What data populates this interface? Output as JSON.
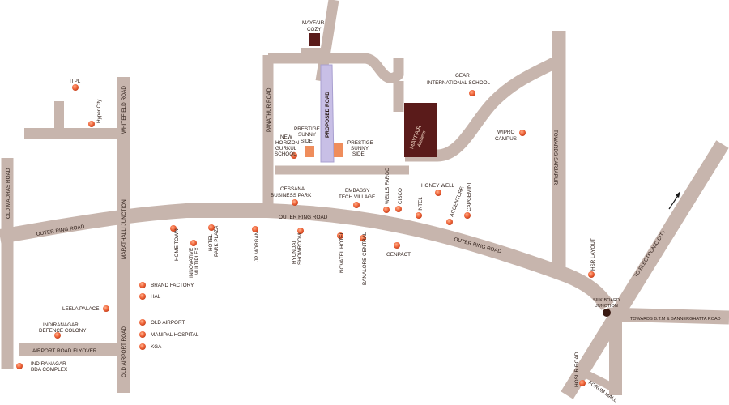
{
  "colors": {
    "road": "#c7b5ad",
    "marker": "#f0653a",
    "building_orange": "#ef8d5c",
    "mayfair_block": "#5a1b1a",
    "proposed_road": "#c8bfe6",
    "junction": "#3a1a12",
    "text": "#2a1a14"
  },
  "roads": {
    "outer_ring_left": "OUTER RING ROAD",
    "outer_ring_center": "OUTER RING ROAD",
    "outer_ring_right": "OUTER RING ROAD",
    "old_madras": "OLD MADRAS ROAD",
    "marathalli": "MARATHALLI JUNCTION",
    "whitefield": "WHITEFIELD ROAD",
    "old_airport": "OLD AIRPORT ROAD",
    "airport_flyover": "AIRPORT ROAD FLYOVER",
    "panathur": "PANATHUR ROAD",
    "proposed": "PROPOSED ROAD",
    "sarjapur": "TOWARDS SARJAPUR",
    "electronic_city": "TO ELECTRONIC CITY",
    "btm": "TOWARDS B.T.M & BANNERGHATTA ROAD",
    "hosur": "HOSUR ROAD",
    "silk_board": [
      "SILK BOARD",
      "JUNCTION"
    ]
  },
  "places": {
    "itpl": "ITPL",
    "hyper_city": "Hyper City",
    "mayfair_cozy": [
      "MAYFAIR",
      "COZY"
    ],
    "gear_school": [
      "GEAR",
      "INTERNATIONAL SCHOOL"
    ],
    "wipro": [
      "WIPRO",
      "CAMPUS"
    ],
    "new_horizon": [
      "NEW",
      "HORIZON",
      "GURKUL",
      "SCHOOL"
    ],
    "prestige_1": [
      "PRESTIGE",
      "SUNNY",
      "SIDE"
    ],
    "prestige_2": [
      "PRESTIGE",
      "SUNNY",
      "SIDE"
    ],
    "cessana": [
      "CESSANA",
      "BUSINESS PARK"
    ],
    "embassy": [
      "EMBASSY",
      "TECH VILLAGE"
    ],
    "wells_fargo": "WELLS FARGO",
    "cisco": "CISCO",
    "honeywell": "HONEY WELL",
    "intel": "INTEL",
    "accenture": "ACCENTURE",
    "capgemini": "CAPGEMINI",
    "home_town": "HOME TOWN",
    "innovative": [
      "INNOVATIVE",
      "MULTIPLEX"
    ],
    "hotel_park_plaza": [
      "HOTEL",
      "PARK PLAZA"
    ],
    "jp_morgan": "JP MORGAN",
    "hyundai": [
      "HYUNDAI",
      "SHOWROOM"
    ],
    "novatel": "NOVATEL HOTEL",
    "banalore_central": "BANALORE CENTRAL",
    "genpact": "GENPACT",
    "hsr": "HSR LAYOUT",
    "brand_factory": "BRAND FACTORY",
    "hal": "HAL",
    "leela": "LEELA PALACE",
    "old_airport": "OLD AIRPORT",
    "indiranagar_defence": [
      "INDIRANAGAR",
      "DEFENCE COLONY"
    ],
    "manipal": "MANIPAL HOSPITAL",
    "kga": "KGA",
    "indiranagar_bda": [
      "INDIRANAGAR",
      "BDA COMPLEX"
    ],
    "forum": "FORUM MALL"
  },
  "mayfair_logo": {
    "line1": "MAYFAIR",
    "line2": "Anthem"
  },
  "icons": {
    "marker": "location-dot",
    "direction": "north-arrow"
  }
}
